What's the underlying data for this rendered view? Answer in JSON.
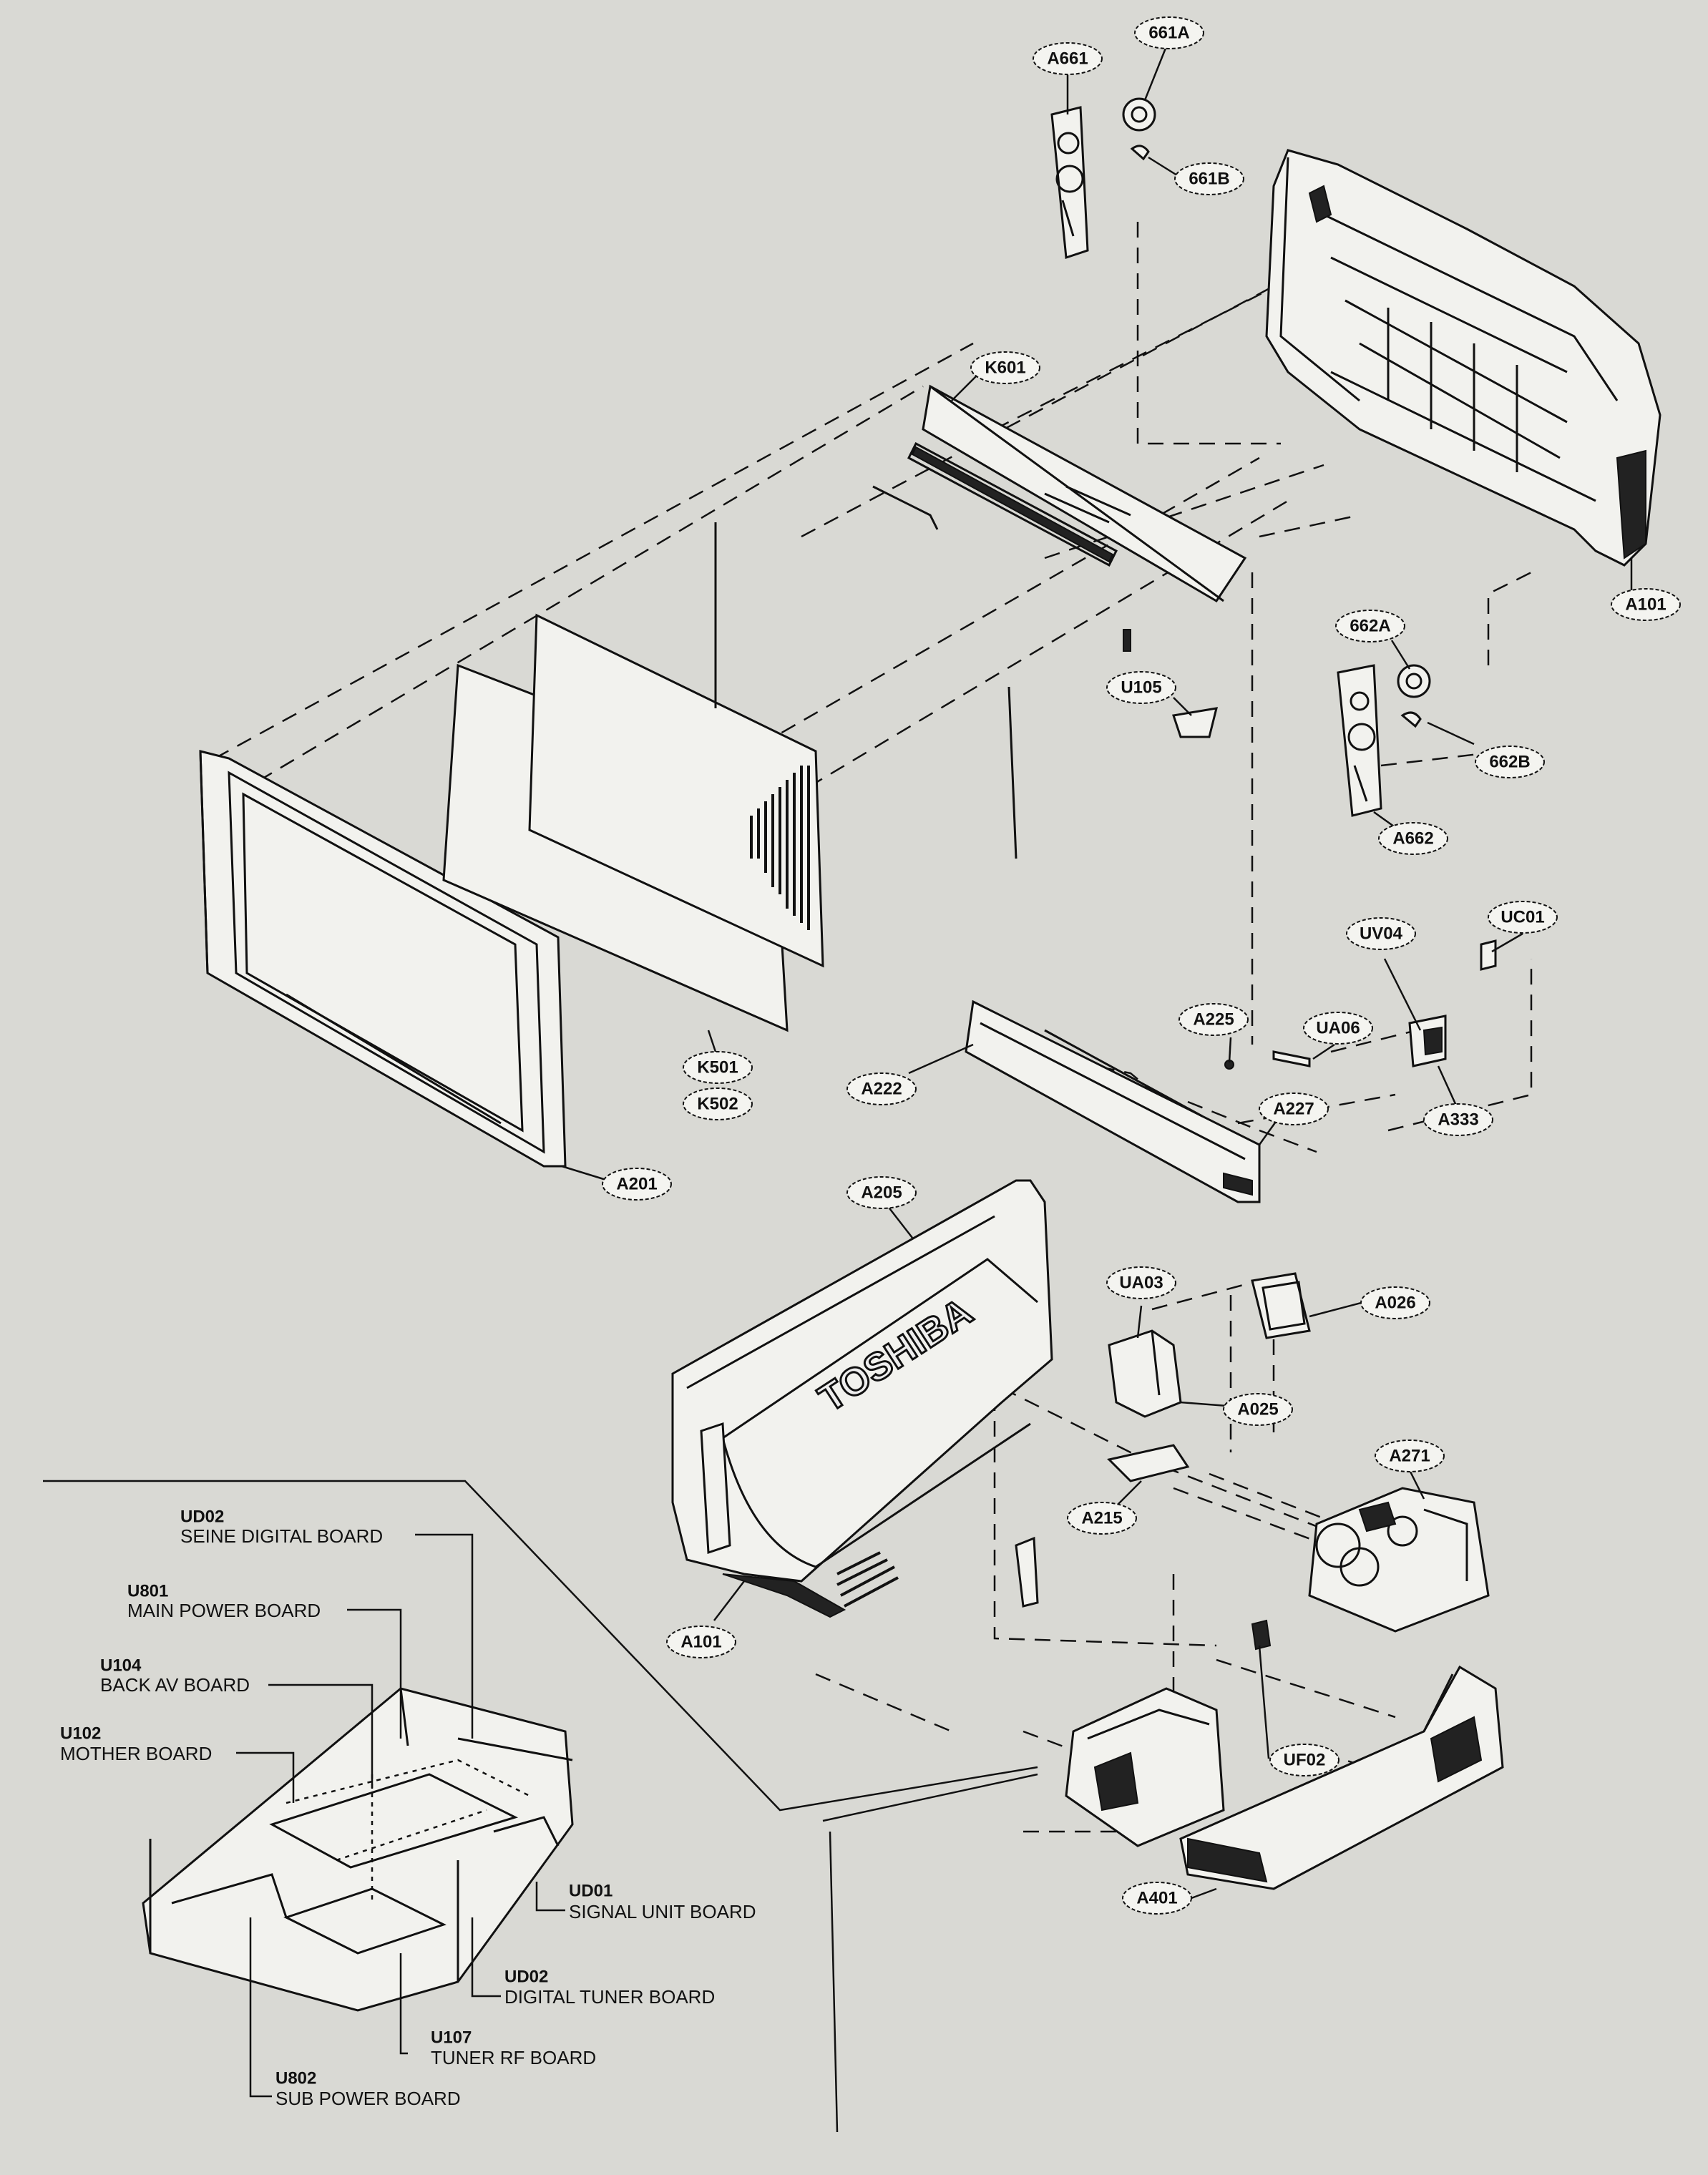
{
  "parts": [
    "A661",
    "661A",
    "661B",
    "K601",
    "A101",
    "662A",
    "U105",
    "662B",
    "A662",
    "UC01",
    "UV04",
    "A225",
    "UA06",
    "K501",
    "K502",
    "A222",
    "A227",
    "A333",
    "A201",
    "A205",
    "UA03",
    "A026",
    "A025",
    "A271",
    "A215",
    "A101",
    "UF02",
    "A401"
  ],
  "brand_logo": "TOSHIBA",
  "boards": [
    {
      "code": "UD02",
      "name": "SEINE DIGITAL BOARD"
    },
    {
      "code": "U801",
      "name": "MAIN POWER BOARD"
    },
    {
      "code": "U104",
      "name": "BACK AV BOARD"
    },
    {
      "code": "U102",
      "name": "MOTHER BOARD"
    },
    {
      "code": "UD01",
      "name": "SIGNAL UNIT BOARD"
    },
    {
      "code": "UD02",
      "name": "DIGITAL TUNER BOARD"
    },
    {
      "code": "U107",
      "name": "TUNER RF BOARD"
    },
    {
      "code": "U802",
      "name": "SUB POWER BOARD"
    }
  ]
}
